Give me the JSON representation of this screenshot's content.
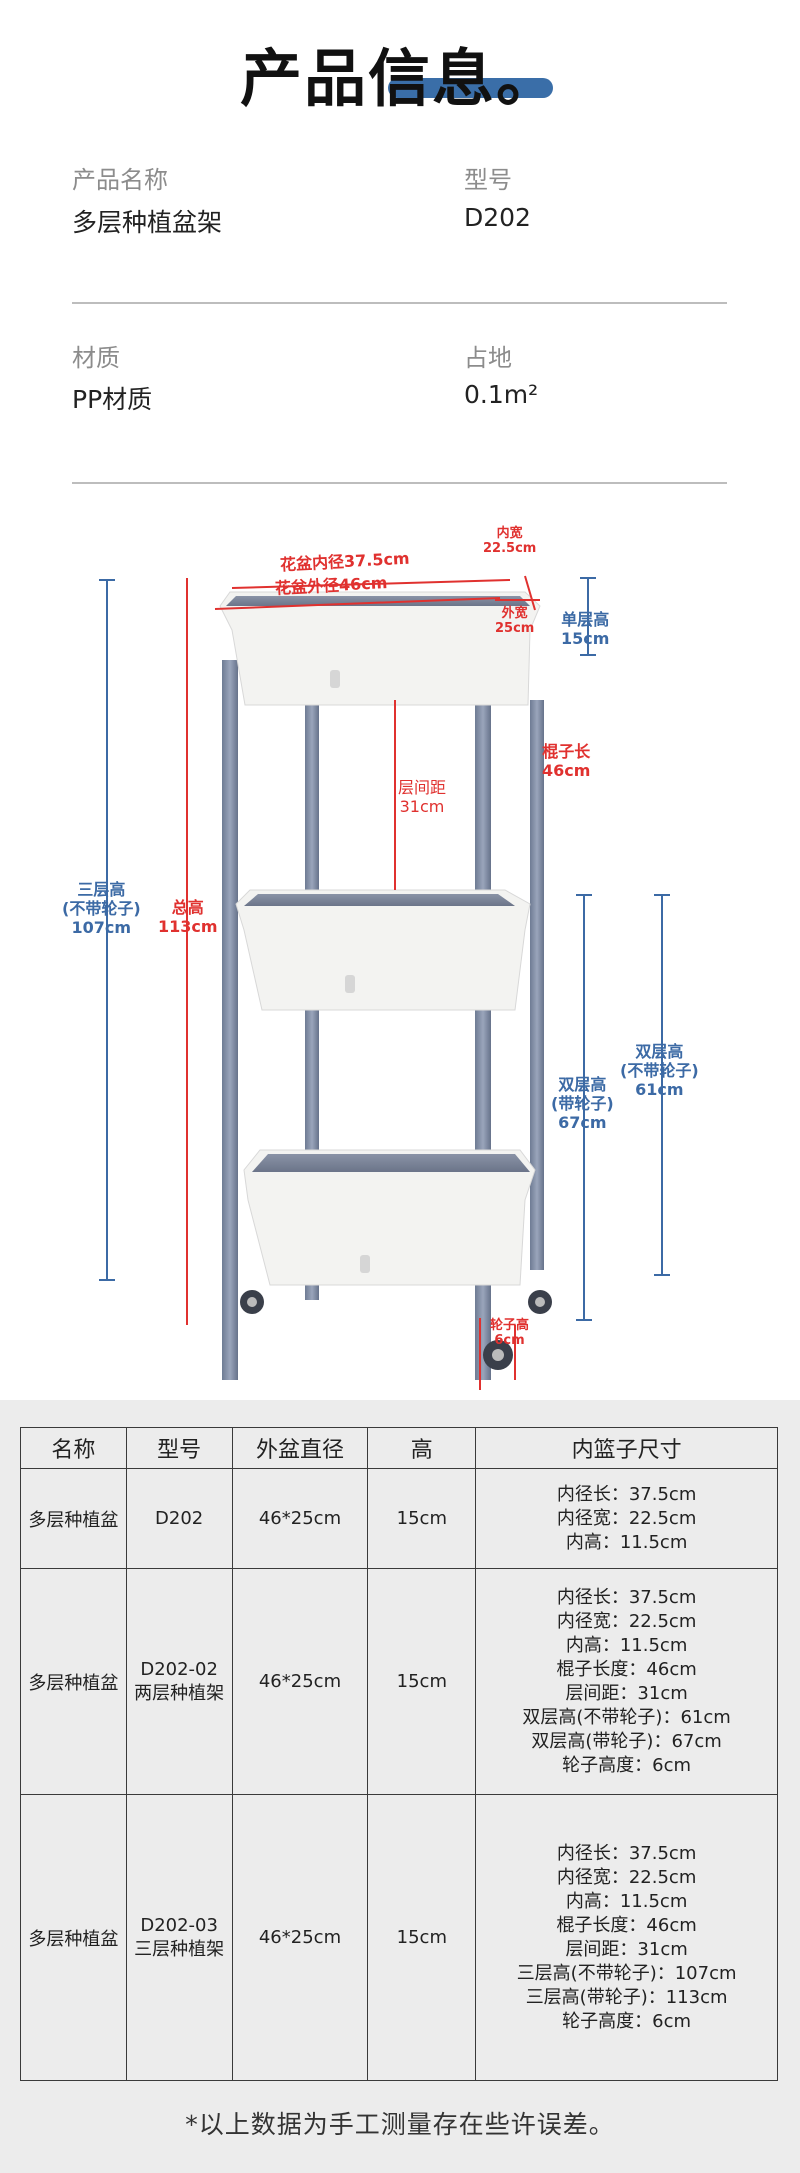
{
  "header": {
    "title": "产品信息。"
  },
  "info": {
    "name_label": "产品名称",
    "name_value": "多层种植盆架",
    "model_label": "型号",
    "model_value": "D202",
    "material_label": "材质",
    "material_value": "PP材质",
    "area_label": "占地",
    "area_value": "0.1m²"
  },
  "diagram": {
    "inner_len": "花盆内径37.5cm",
    "outer_len": "花盆外径46cm",
    "inner_w_1": "内宽",
    "inner_w_2": "22.5cm",
    "outer_w_1": "外宽",
    "outer_w_2": "25cm",
    "single_h_1": "单层高",
    "single_h_2": "15cm",
    "rod_1": "棍子长",
    "rod_2": "46cm",
    "gap_1": "层间距",
    "gap_2": "31cm",
    "three_1": "三层高",
    "three_2": "(不带轮子)",
    "three_3": "107cm",
    "total_1": "总高",
    "total_2": "113cm",
    "two_nw_1": "双层高",
    "two_nw_2": "(不带轮子)",
    "two_nw_3": "61cm",
    "two_w_1": "双层高",
    "two_w_2": "(带轮子)",
    "two_w_3": "67cm",
    "wheel_1": "轮子高",
    "wheel_2": "6cm",
    "colors": {
      "red": "#e0312f",
      "blue": "#3c6aa5",
      "pole": "#7d8aa3",
      "pot": "#f3f3f1"
    }
  },
  "table": {
    "headers": [
      "名称",
      "型号",
      "外盆直径",
      "高",
      "内篮子尺寸"
    ],
    "rows": [
      {
        "name": "多层种植盆",
        "model_1": "D202",
        "model_2": "",
        "diameter": "46*25cm",
        "height": "15cm",
        "details": [
          "内径长：37.5cm",
          "内径宽：22.5cm",
          "内高：11.5cm"
        ]
      },
      {
        "name": "多层种植盆",
        "model_1": "D202-02",
        "model_2": "两层种植架",
        "diameter": "46*25cm",
        "height": "15cm",
        "details": [
          "内径长：37.5cm",
          "内径宽：22.5cm",
          "内高：11.5cm",
          "棍子长度：46cm",
          "层间距：31cm",
          "双层高(不带轮子)：61cm",
          "双层高(带轮子)：67cm",
          "轮子高度：6cm"
        ]
      },
      {
        "name": "多层种植盆",
        "model_1": "D202-03",
        "model_2": "三层种植架",
        "diameter": "46*25cm",
        "height": "15cm",
        "details": [
          "内径长：37.5cm",
          "内径宽：22.5cm",
          "内高：11.5cm",
          "棍子长度：46cm",
          "层间距：31cm",
          "三层高(不带轮子)：107cm",
          "三层高(带轮子)：113cm",
          "轮子高度：6cm"
        ]
      }
    ]
  },
  "footer": {
    "note": "*以上数据为手工测量存在些许误差。"
  }
}
